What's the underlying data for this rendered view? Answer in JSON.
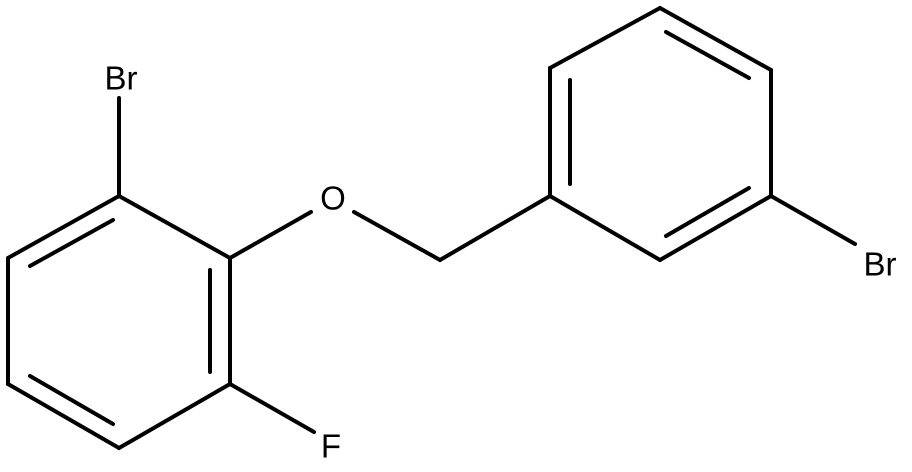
{
  "structure": {
    "atoms": {
      "br_top": "Br",
      "oxygen": "O",
      "fluorine": "F",
      "br_right": "Br"
    }
  }
}
